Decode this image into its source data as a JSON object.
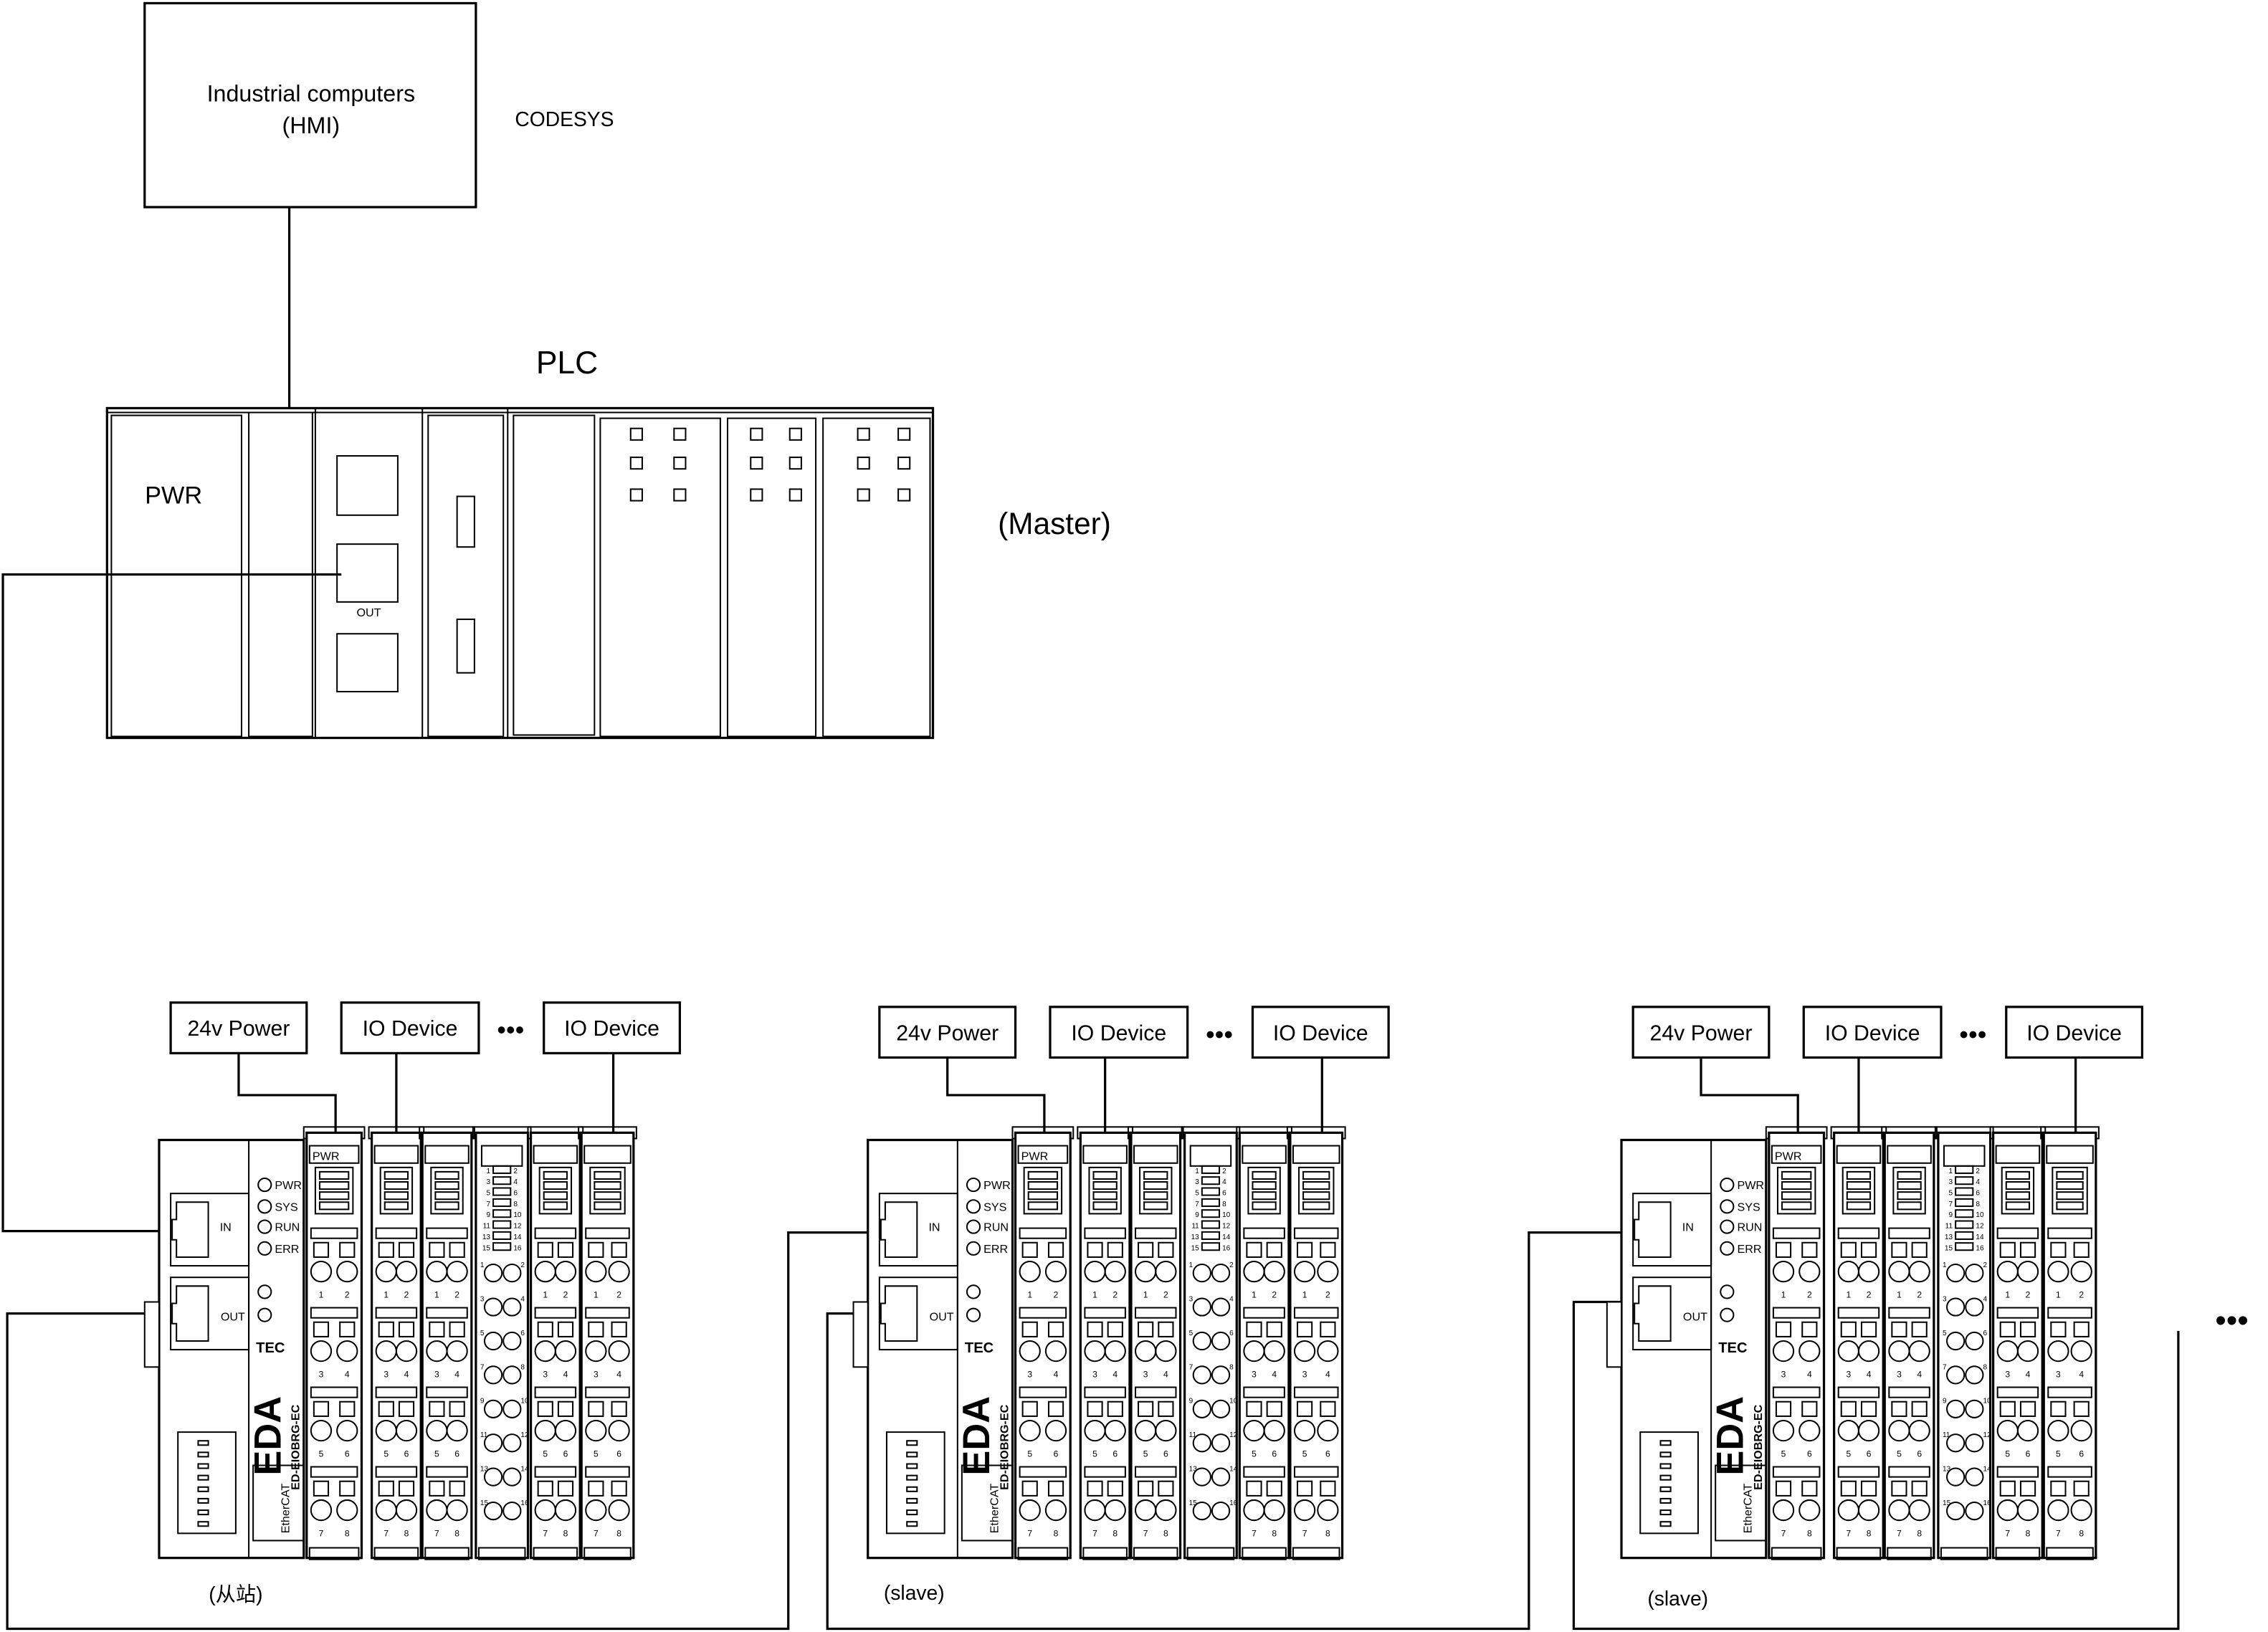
{
  "hmi": {
    "line1": "Industrial computers",
    "line2": "(HMI)"
  },
  "software": "CODESYS",
  "plc": {
    "title": "PLC",
    "pwr_label": "PWR",
    "out_label": "OUT",
    "role": "(Master)"
  },
  "slave_template": {
    "in_label": "IN",
    "out_label": "OUT",
    "leds": [
      "PWR",
      "SYS",
      "RUN",
      "ERR"
    ],
    "brand_small": "TEC",
    "brand": "EDA",
    "model": "ED-EIOBRG-EC",
    "ethercat": "EtherCAT",
    "pwr_tag": "PWR",
    "terminal_numbers": [
      "1",
      "2",
      "3",
      "4",
      "5",
      "6",
      "7",
      "8"
    ],
    "terminal16_numbers": [
      "1",
      "2",
      "3",
      "4",
      "5",
      "6",
      "7",
      "8",
      "9",
      "10",
      "11",
      "12",
      "13",
      "14",
      "15",
      "16"
    ]
  },
  "slaves": [
    {
      "power_label": "24v Power",
      "io_first": "IO Device",
      "ellipsis": "•••",
      "io_last": "IO Device",
      "caption": "(从站)"
    },
    {
      "power_label": "24v Power",
      "io_first": "IO Device",
      "ellipsis": "•••",
      "io_last": "IO Device",
      "caption": "(slave)"
    },
    {
      "power_label": "24v Power",
      "io_first": "IO Device",
      "ellipsis": "•••",
      "io_last": "IO Device",
      "caption": "(slave)"
    }
  ],
  "chain_continues": "•••"
}
